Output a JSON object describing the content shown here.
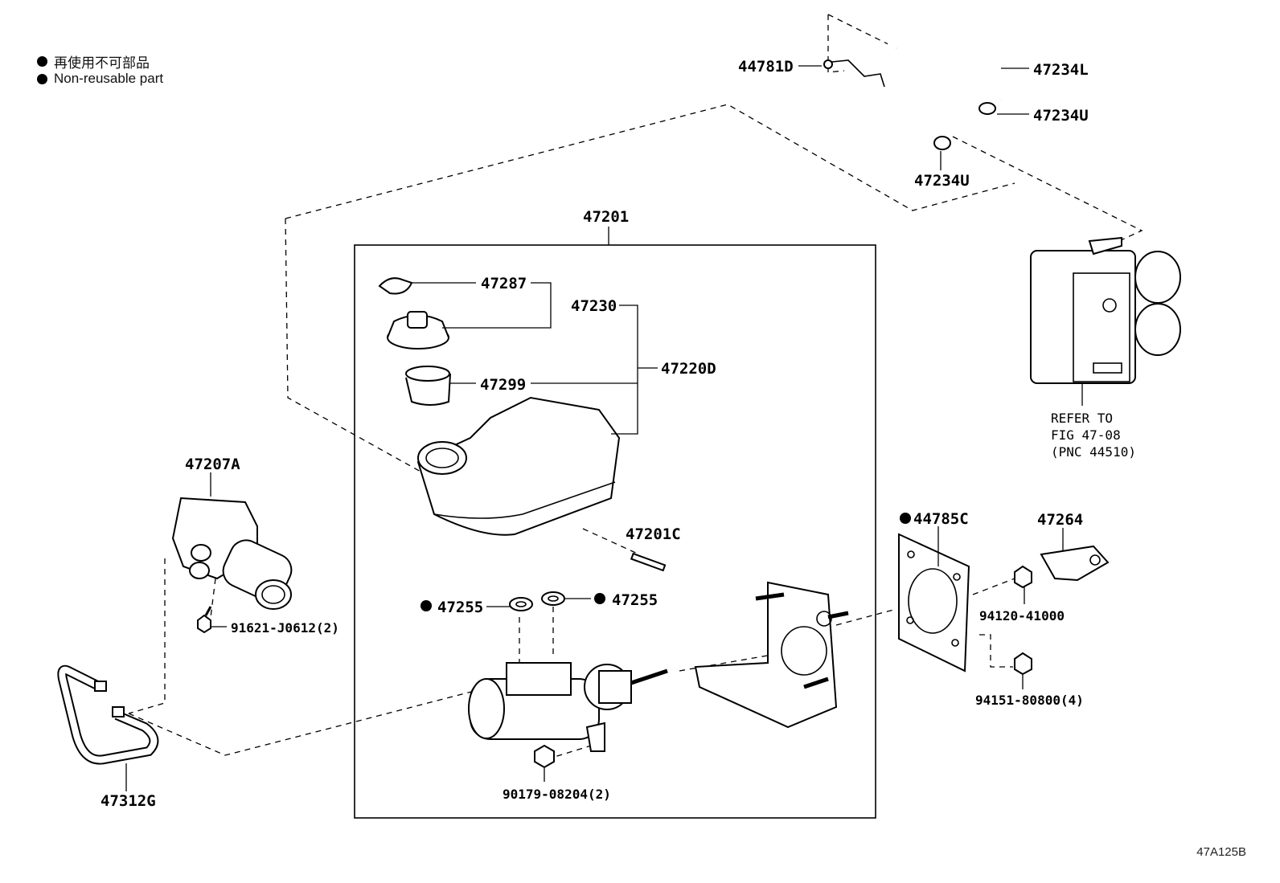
{
  "legend": {
    "jp": "再使用不可部品",
    "en": "Non-reusable part"
  },
  "parts": {
    "p44781D": "44781D",
    "p47234L": "47234L",
    "p47234U_a": "47234U",
    "p47234U_b": "47234U",
    "p47201": "47201",
    "p47287": "47287",
    "p47230": "47230",
    "p47220D": "47220D",
    "p47299": "47299",
    "p47207A": "47207A",
    "p47201C": "47201C",
    "p44785C": "44785C",
    "p47264": "47264",
    "p47255_a": "47255",
    "p47255_b": "47255",
    "p91621": "91621-J0612(2)",
    "p94120": "94120-41000",
    "p94151": "94151-80800(4)",
    "p90179": "90179-08204(2)",
    "p47312G": "47312G"
  },
  "reference": {
    "line1": "REFER TO",
    "line2": "FIG 47-08",
    "line3": "(PNC 44510)"
  },
  "figure_id": "47A125B"
}
